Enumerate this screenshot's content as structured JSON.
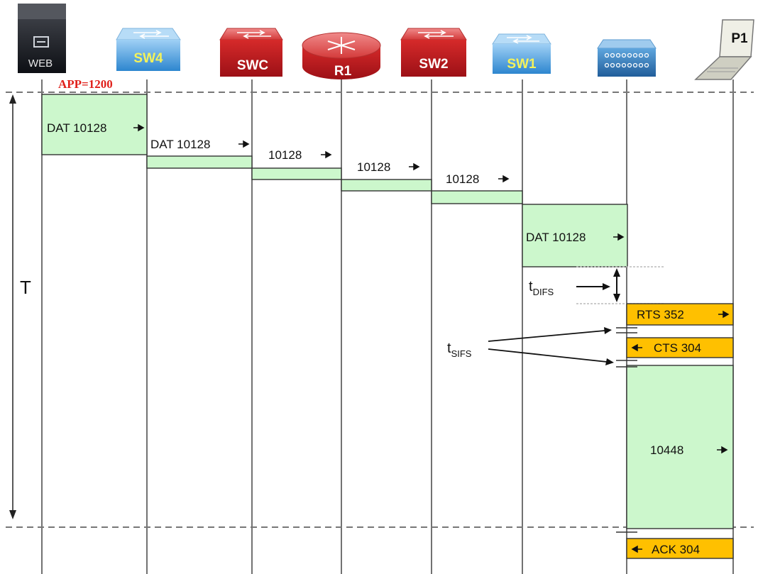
{
  "devices": {
    "web": "WEB",
    "sw4": "SW4",
    "swc": "SWC",
    "r1": "R1",
    "sw2": "SW2",
    "sw1": "SW1",
    "ap": "",
    "p1": "P1"
  },
  "app_label": "APP=1200",
  "time_label": "T",
  "frames": {
    "dat_web": "DAT 10128",
    "dat_sw4": "DAT 10128",
    "swc": "10128",
    "r1": "10128",
    "sw2": "10128",
    "dat_sw1": "DAT 10128",
    "rts": "RTS  352",
    "cts": "CTS 304",
    "data_wifi": "10448",
    "ack": "ACK 304"
  },
  "timing": {
    "difs_main": "t",
    "difs_sub": "DIFS",
    "sifs_main": "t",
    "sifs_sub": "SIFS"
  },
  "colors": {
    "frame_green": "#ccf7cc",
    "wifi_orange": "#ffc000",
    "switch_blue": "#2f8fd8",
    "router_red": "#cc1f25",
    "label_yellow": "#f4f25a",
    "app_red": "#e0201a"
  }
}
